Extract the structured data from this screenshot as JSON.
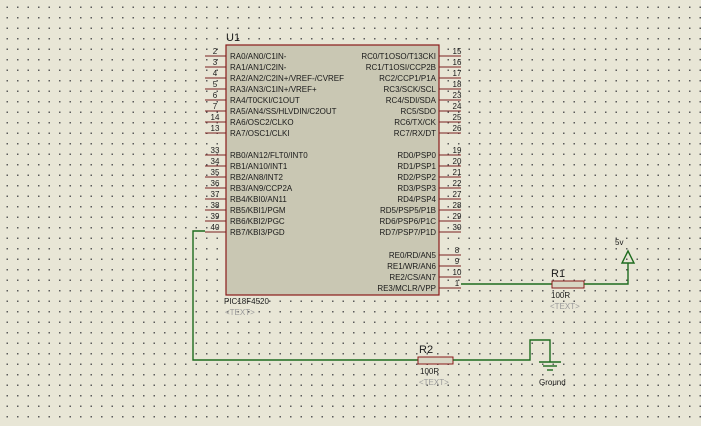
{
  "chip": {
    "ref": "U1",
    "part": "PIC18F4520",
    "text_placeholder": "<TEXT>",
    "left_pins": [
      {
        "num": "2",
        "name": "RA0/AN0/C1IN-"
      },
      {
        "num": "3",
        "name": "RA1/AN1/C2IN-"
      },
      {
        "num": "4",
        "name": "RA2/AN2/C2IN+/VREF-/CVREF"
      },
      {
        "num": "5",
        "name": "RA3/AN3/C1IN+/VREF+"
      },
      {
        "num": "6",
        "name": "RA4/T0CKI/C1OUT"
      },
      {
        "num": "7",
        "name": "RA5/AN4/SS/HLVDIN/C2OUT"
      },
      {
        "num": "14",
        "name": "RA6/OSC2/CLKO"
      },
      {
        "num": "13",
        "name": "RA7/OSC1/CLKI"
      },
      {
        "num": "33",
        "name": "RB0/AN12/FLT0/INT0"
      },
      {
        "num": "34",
        "name": "RB1/AN10/INT1"
      },
      {
        "num": "35",
        "name": "RB2/AN8/INT2"
      },
      {
        "num": "36",
        "name": "RB3/AN9/CCP2A"
      },
      {
        "num": "37",
        "name": "RB4/KBI0/AN11"
      },
      {
        "num": "38",
        "name": "RB5/KBI1/PGM"
      },
      {
        "num": "39",
        "name": "RB6/KBI2/PGC"
      },
      {
        "num": "40",
        "name": "RB7/KBI3/PGD"
      }
    ],
    "right_pins": [
      {
        "num": "15",
        "name": "RC0/T1OSO/T13CKI"
      },
      {
        "num": "16",
        "name": "RC1/T1OSI/CCP2B"
      },
      {
        "num": "17",
        "name": "RC2/CCP1/P1A"
      },
      {
        "num": "18",
        "name": "RC3/SCK/SCL"
      },
      {
        "num": "23",
        "name": "RC4/SDI/SDA"
      },
      {
        "num": "24",
        "name": "RC5/SDO"
      },
      {
        "num": "25",
        "name": "RC6/TX/CK"
      },
      {
        "num": "26",
        "name": "RC7/RX/DT"
      },
      {
        "num": "19",
        "name": "RD0/PSP0"
      },
      {
        "num": "20",
        "name": "RD1/PSP1"
      },
      {
        "num": "21",
        "name": "RD2/PSP2"
      },
      {
        "num": "22",
        "name": "RD3/PSP3"
      },
      {
        "num": "27",
        "name": "RD4/PSP4"
      },
      {
        "num": "28",
        "name": "RD5/PSP5/P1B"
      },
      {
        "num": "29",
        "name": "RD6/PSP6/P1C"
      },
      {
        "num": "30",
        "name": "RD7/PSP7/P1D"
      },
      {
        "num": "8",
        "name": "RE0/RD/AN5"
      },
      {
        "num": "9",
        "name": "RE1/WR/AN6"
      },
      {
        "num": "10",
        "name": "RE2/CS/AN7"
      },
      {
        "num": "1",
        "name": "RE3/MCLR/VPP"
      }
    ]
  },
  "r1": {
    "ref": "R1",
    "value": "100R",
    "text_placeholder": "<TEXT>"
  },
  "r2": {
    "ref": "R2",
    "value": "100R",
    "text_placeholder": "<TEXT>"
  },
  "power": {
    "label": "5v"
  },
  "ground": {
    "label": "Ground"
  },
  "colors": {
    "background": "#e8e6d6",
    "chip_fill": "#c9c7b3",
    "chip_border": "#8a1a1a",
    "wire": "#1e6b1e",
    "resistor_fill": "#d8d6c4"
  }
}
